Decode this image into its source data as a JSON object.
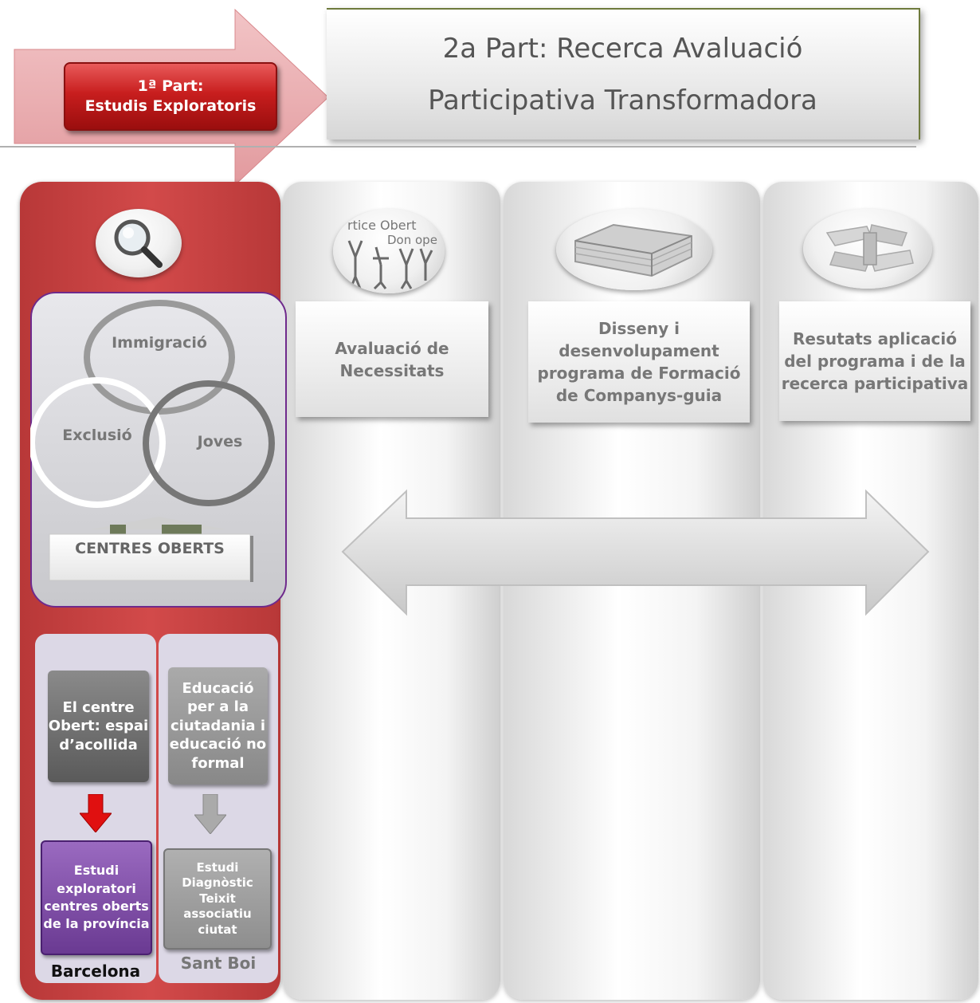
{
  "header": {
    "part1_line1": "1ª Part:",
    "part1_line2": "Estudis Exploratoris",
    "part2_line1": "2a Part: Recerca Avaluació",
    "part2_line2": "Participativa Transformadora"
  },
  "venn": {
    "circle_top": "Immigració",
    "circle_left": "Exclusió",
    "circle_right": "Joves",
    "base_label": "CENTRES OBERTS"
  },
  "columns": {
    "col2_label": "Avaluació de Necessitats",
    "col3_label": "Disseny i desenvolupament programa de Formació de Companys-guia",
    "col4_label": "Resutats aplicació del programa i de la recerca participativa"
  },
  "barcelona": {
    "box_top": "El centre Obert: espai d’acollida",
    "box_bottom": "Estudi exploratori centres oberts de la província",
    "city": "Barcelona"
  },
  "santboi": {
    "box_top": "Educació per a la ciutadania i educació no formal",
    "box_bottom": "Estudi Diagnòstic Teixit associatiu ciutat",
    "city": "Sant Boi"
  },
  "drawing_text": {
    "line1": "rtice Obert",
    "line2": "Don ope"
  },
  "colors": {
    "red_column": "#c84444",
    "part1_box": "#c81e1e",
    "venn_border": "#6f2a8c",
    "purple_box": "#7a48a2",
    "red_arrow": "#e01010",
    "pink_arrow": "#e8a0a4"
  }
}
